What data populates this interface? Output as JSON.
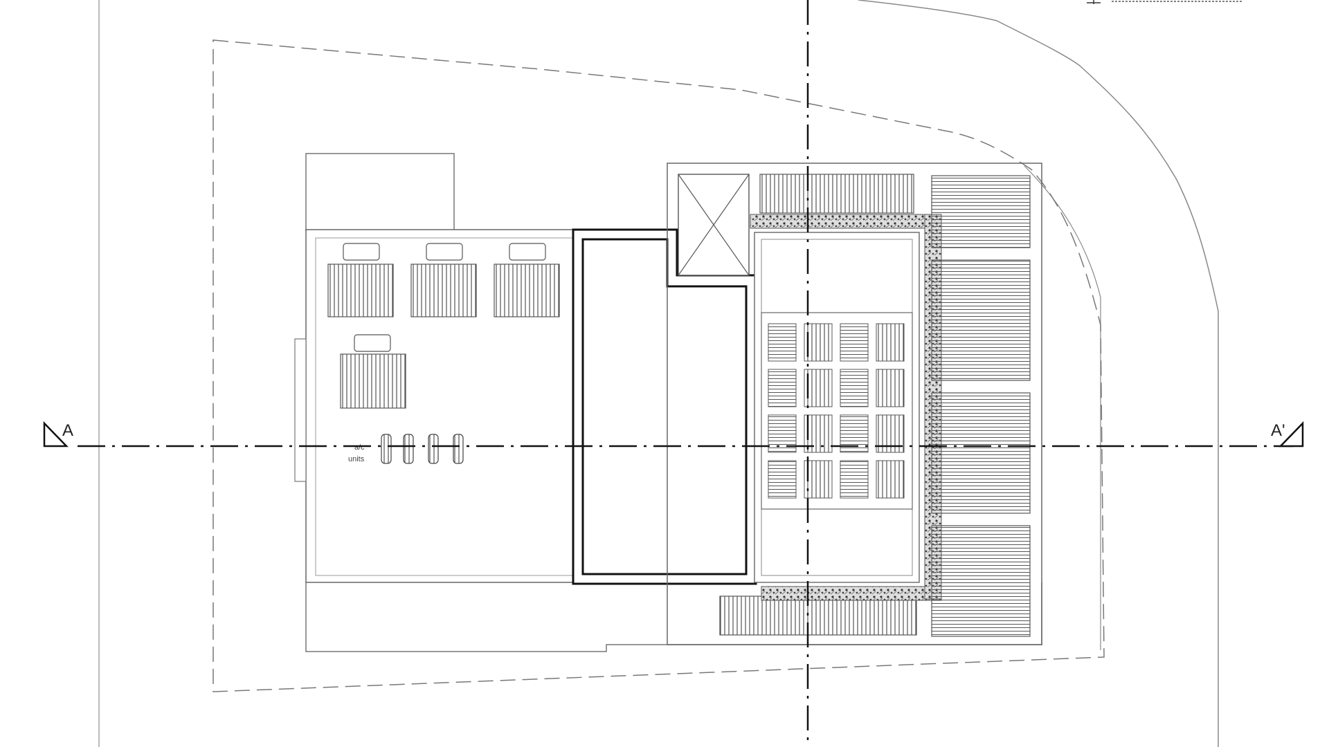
{
  "section_markers": {
    "left": "A",
    "right": "A'"
  },
  "notes": {
    "unit_label_line1": "a/c",
    "unit_label_line2": "units"
  },
  "colors": {
    "background": "#ffffff",
    "ink": "#222222",
    "light_ink": "#777777",
    "hatch": "#444444",
    "planting_fill": "#cfcfcf"
  }
}
